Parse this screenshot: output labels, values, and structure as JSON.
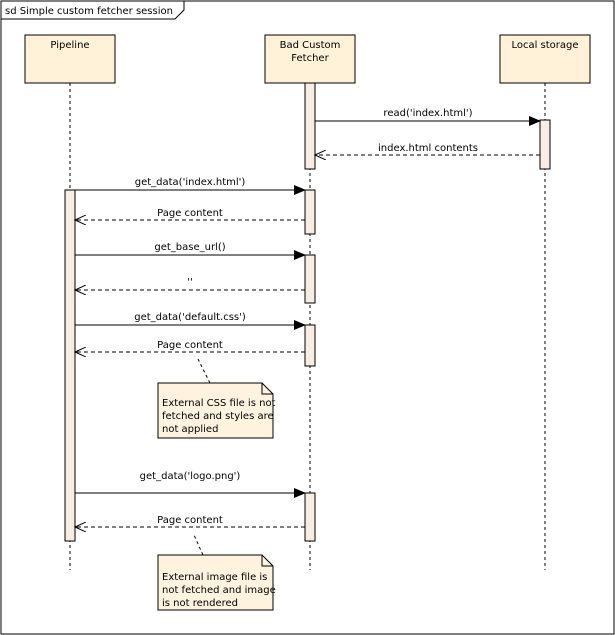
{
  "frame": {
    "title": "sd Simple custom fetcher session"
  },
  "participants": [
    {
      "id": "pipeline",
      "lines": [
        "Pipeline"
      ]
    },
    {
      "id": "fetcher",
      "lines": [
        "Bad Custom",
        "Fetcher"
      ]
    },
    {
      "id": "storage",
      "lines": [
        "Local storage"
      ]
    }
  ],
  "messages": [
    {
      "label": "read('index.html')",
      "kind": "call"
    },
    {
      "label": "index.html contents",
      "kind": "return"
    },
    {
      "label": "get_data('index.html')",
      "kind": "call"
    },
    {
      "label": "Page content",
      "kind": "return"
    },
    {
      "label": "get_base_url()",
      "kind": "call"
    },
    {
      "label": "''",
      "kind": "return"
    },
    {
      "label": "get_data('default.css')",
      "kind": "call"
    },
    {
      "label": "Page content",
      "kind": "return"
    },
    {
      "label": "get_data('logo.png')",
      "kind": "call"
    },
    {
      "label": "Page content",
      "kind": "return"
    }
  ],
  "notes": [
    {
      "lines": [
        "External CSS file is not",
        "fetched and styles are",
        "not applied"
      ]
    },
    {
      "lines": [
        "External image file is",
        "not fetched and image",
        "is not rendered"
      ]
    }
  ],
  "colors": {
    "participant_fill": "#FFF2D9",
    "activation_fill": "#F7EDE4",
    "note_fill": "#FFF2DF",
    "stroke": "#000000"
  }
}
